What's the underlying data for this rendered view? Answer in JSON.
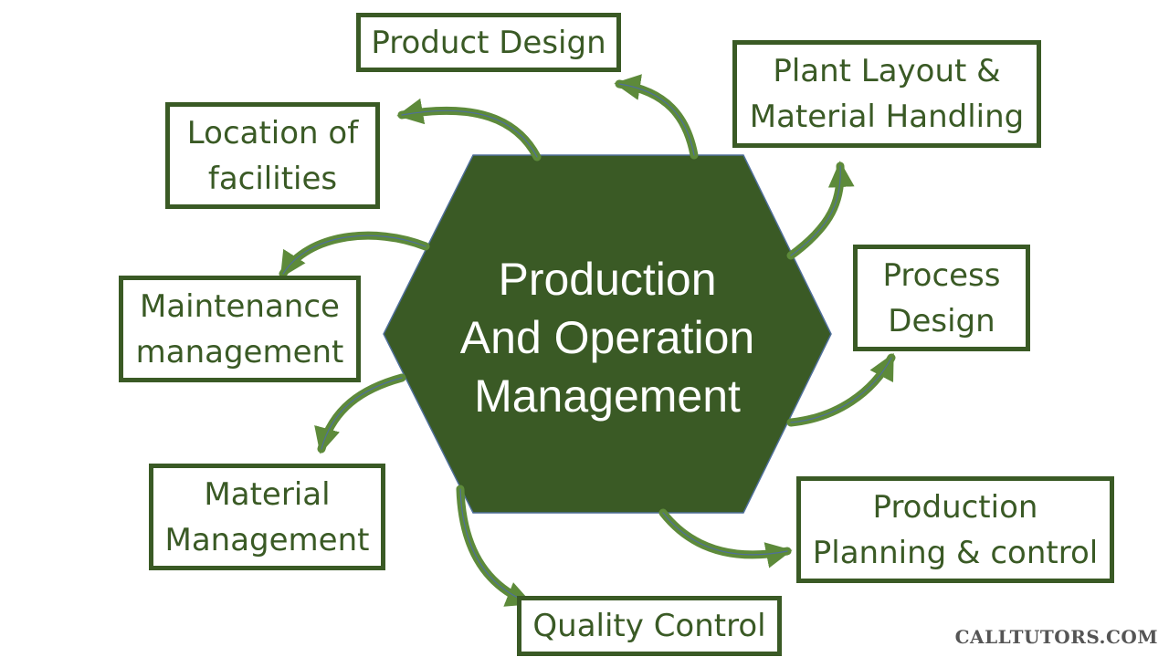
{
  "colors": {
    "hub_fill": "#3a5a25",
    "box_border": "#3a5a25",
    "text_green": "#3a5a25",
    "arrow_fill": "#5d8a3a",
    "arrow_edge": "#4f6f9a",
    "watermark": "#555555"
  },
  "hub": {
    "label": "Production\nAnd Operation\nManagement"
  },
  "nodes": [
    {
      "id": "product_design",
      "lines": [
        "Product Design"
      ]
    },
    {
      "id": "plant_layout",
      "lines": [
        "Plant Layout &",
        "Material Handling"
      ]
    },
    {
      "id": "location",
      "lines": [
        "Location of",
        "facilities"
      ]
    },
    {
      "id": "process_design",
      "lines": [
        "Process",
        "Design"
      ]
    },
    {
      "id": "maintenance",
      "lines": [
        "Maintenance",
        "management"
      ]
    },
    {
      "id": "material",
      "lines": [
        "Material",
        "Management"
      ]
    },
    {
      "id": "ppc",
      "lines": [
        "Production",
        "Planning & control"
      ]
    },
    {
      "id": "quality",
      "lines": [
        "Quality Control"
      ]
    }
  ],
  "watermark": "CALLTUTORS.COM"
}
